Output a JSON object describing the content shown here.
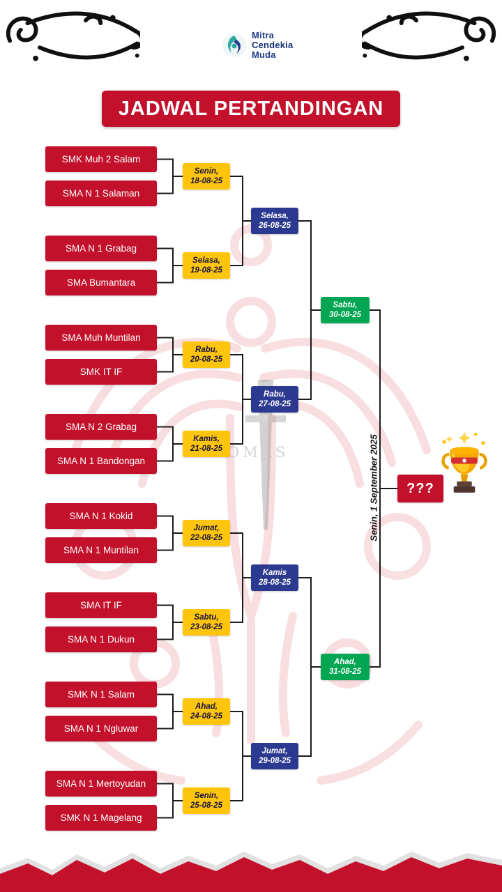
{
  "title": "JADWAL PERTANDINGAN",
  "logo": {
    "line1": "Mitra",
    "line2": "Cendekia",
    "line3": "Muda"
  },
  "teams": [
    "SMK Muh 2 Salam",
    "SMA N 1 Salaman",
    "SMA N 1 Grabag",
    "SMA Bumantara",
    "SMA Muh Muntilan",
    "SMK IT IF",
    "SMA N 2 Grabag",
    "SMA N 1 Bandongan",
    "SMA N 1 Kokid",
    "SMA N 1 Muntilan",
    "SMA IT IF",
    "SMA N 1 Dukun",
    "SMK N 1 Salam",
    "SMA N 1 Ngluwar",
    "SMA N 1 Mertoyudan",
    "SMK N 1 Magelang"
  ],
  "round1": [
    {
      "day": "Senin,",
      "date": "18-08-25"
    },
    {
      "day": "Selasa,",
      "date": "19-08-25"
    },
    {
      "day": "Rabu,",
      "date": "20-08-25"
    },
    {
      "day": "Kamis,",
      "date": "21-08-25"
    },
    {
      "day": "Jumat,",
      "date": "22-08-25"
    },
    {
      "day": "Sabtu,",
      "date": "23-08-25"
    },
    {
      "day": "Ahad,",
      "date": "24-08-25"
    },
    {
      "day": "Senin,",
      "date": "25-08-25"
    }
  ],
  "round2": [
    {
      "day": "Selasa,",
      "date": "26-08-25"
    },
    {
      "day": "Rabu,",
      "date": "27-08-25"
    },
    {
      "day": "Kamis",
      "date": "28-08-25"
    },
    {
      "day": "Jumat,",
      "date": "29-08-25"
    }
  ],
  "round3": [
    {
      "day": "Sabtu,",
      "date": "30-08-25"
    },
    {
      "day": "Ahad,",
      "date": "31-08-25"
    }
  ],
  "final": {
    "label": "???",
    "schedule": "Senin, 1 September 2025"
  },
  "watermark_text": "OMAS",
  "colors": {
    "red": "#C3112B",
    "yellow": "#FFC40C",
    "blue": "#2B3990",
    "green": "#00A651"
  }
}
